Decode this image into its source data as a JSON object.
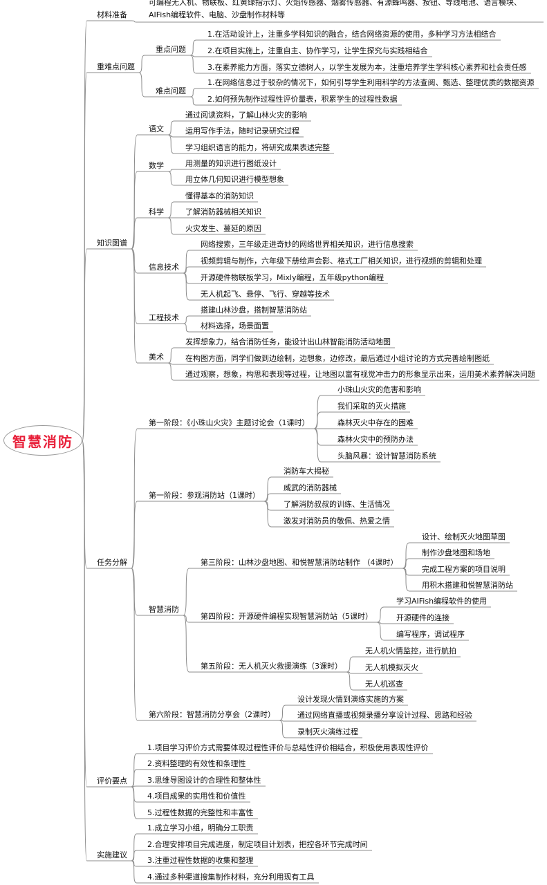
{
  "root": "智慧消防",
  "tree": {
    "children": [
      {
        "label": "材料准备",
        "children": [
          {
            "label": "可编程无人机、物联板、红黄绿指示灯、火焰传感器、烟雾传感器、有源蜂鸣器、按钮、导线电池、语言模块、\nAIFish编程软件、电脑、沙盘制作材料等"
          }
        ]
      },
      {
        "label": "重难点问题",
        "children": [
          {
            "label": "重点问题",
            "children": [
              {
                "label": "1.在活动设计上，注重多学科知识的融合，结合网络资源的使用，多种学习方法相结合"
              },
              {
                "label": "2.在项目实施上，注重自主、协作学习，让学生探究与实践相结合"
              },
              {
                "label": "3.在素养能力方面，落实立德树人，以学生发展为本，注重培养学生学科核心素养和社会责任感"
              }
            ]
          },
          {
            "label": "难点问题",
            "children": [
              {
                "label": "1.在网络信息过于驳杂的情况下，如何引导学生利用科学的方法查阅、甄选、整理优质的数据资源"
              },
              {
                "label": "2.如何预先制作过程性评价量表，积累学生的过程性数据"
              }
            ]
          }
        ]
      },
      {
        "label": "知识图谱",
        "children": [
          {
            "label": "语文",
            "children": [
              {
                "label": "通过阅读资料，了解山林火灾的影响"
              },
              {
                "label": "运用写作手法，随时记录研究过程"
              },
              {
                "label": "学习组织语言的能力，将研究成果表述完整"
              }
            ]
          },
          {
            "label": "数学",
            "children": [
              {
                "label": "用测量的知识进行图纸设计"
              },
              {
                "label": "用立体几何知识进行模型想象"
              }
            ]
          },
          {
            "label": "科学",
            "children": [
              {
                "label": "懂得基本的消防知识"
              },
              {
                "label": "了解消防器械相关知识"
              },
              {
                "label": "火灾发生、蔓延的原因"
              }
            ]
          },
          {
            "label": "信息技术",
            "children": [
              {
                "label": "网络搜索，三年级走进奇妙的网络世界相关知识，进行信息搜索"
              },
              {
                "label": "视频剪辑与制作，六年级下册绘声会影、格式工厂相关知识，进行视频的剪辑和处理"
              },
              {
                "label": "开源硬件物联板学习，Mixly编程，五年级python编程"
              },
              {
                "label": "无人机起飞、悬停、飞行、穿越等技术"
              }
            ]
          },
          {
            "label": "工程技术",
            "children": [
              {
                "label": "搭建山林沙盘，搭制智慧消防站"
              },
              {
                "label": "材料选择，场景面置"
              }
            ]
          },
          {
            "label": "美术",
            "children": [
              {
                "label": "发挥想象力，结合消防任务，能设计出山林智能消防活动地图"
              },
              {
                "label": "在构图方面，同学们做到边绘制，边想象，边修改，最后通过小组讨论的方式完善绘制图纸"
              },
              {
                "label": "通过观察，想象，构思和表现等过程，让地图以富有视觉冲击力的形象显示出来，运用美术素养解决问题"
              }
            ]
          }
        ]
      },
      {
        "label": "任务分解",
        "children": [
          {
            "label": "第一阶段：《小珠山火灾》主题讨论会（1课时）",
            "children": [
              {
                "label": "小珠山火灾的危害和影响"
              },
              {
                "label": "我们采取的灭火措施"
              },
              {
                "label": "森林灭火中存在的困难"
              },
              {
                "label": "森林火灾中的预防办法"
              },
              {
                "label": "头脑风暴：设计智慧消防系统"
              }
            ]
          },
          {
            "label": "第一阶段：参观消防站（1课时）",
            "children": [
              {
                "label": "消防车大揭秘"
              },
              {
                "label": "威武的消防器械"
              },
              {
                "label": "了解消防叔叔的训练、生活情况"
              },
              {
                "label": "激发对消防员的敬佩、热爱之情"
              }
            ]
          },
          {
            "label": "智慧消防",
            "children": [
              {
                "label": "第三阶段：山林沙盘地图、和悦智慧消防站制作 （4课时）",
                "children": [
                  {
                    "label": "设计、绘制灭火地图草图"
                  },
                  {
                    "label": "制作沙盘地图和场地"
                  },
                  {
                    "label": "完成工程方案的项目说明"
                  },
                  {
                    "label": "用积木搭建和悦智慧消防站"
                  }
                ]
              },
              {
                "label": "第四阶段：开源硬件编程实现智慧消防站（5课时）",
                "children": [
                  {
                    "label": "学习AIFish编程软件的使用"
                  },
                  {
                    "label": "开源硬件的连接"
                  },
                  {
                    "label": "编写程序，调试程序"
                  }
                ]
              },
              {
                "label": "第五阶段：无人机灭火救援演练（3课时）",
                "children": [
                  {
                    "label": "无人机火情监控，进行航拍"
                  },
                  {
                    "label": "无人机模拟灭火"
                  },
                  {
                    "label": "无人机巡查"
                  }
                ]
              }
            ]
          },
          {
            "label": "第六阶段：智慧消防分享会（2课时）",
            "children": [
              {
                "label": "设计发现火情到演练实施的方案"
              },
              {
                "label": "通过网络直播或视频录播分享设计过程、思路和经验"
              },
              {
                "label": "录制灭火演练过程"
              }
            ]
          }
        ]
      },
      {
        "label": "评价要点",
        "children": [
          {
            "label": "1.项目学习评价方式需要体现过程性评价与总结性评价相结合，积极使用表现性评价"
          },
          {
            "label": "2.资料整理的有效性和条理性"
          },
          {
            "label": "3.思维导图设计的合理性和整体性"
          },
          {
            "label": "4.项目成果的实用性和价值性"
          },
          {
            "label": "5.过程性数据的完整性和丰富性"
          }
        ]
      },
      {
        "label": "实施建议",
        "children": [
          {
            "label": "1.成立学习小组，明确分工职责"
          },
          {
            "label": "2.合理安排项目完成进度，制定项目计划表，把控各环节完成时间"
          },
          {
            "label": "3.注重过程性数据的收集和整理"
          },
          {
            "label": "4.通过多种渠道搜集制作材料，充分利用现有工具"
          }
        ]
      }
    ]
  }
}
